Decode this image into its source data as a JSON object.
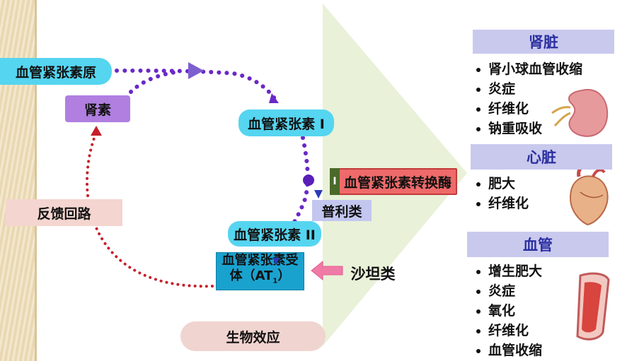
{
  "diagram": {
    "nodes": {
      "angiotensinogen": "血管紧张素原",
      "renin": "肾素",
      "angiotensin_1": "血管紧张素 I",
      "ace": "血管紧张素转换酶",
      "ace_marker": "I",
      "ace_inhibitor": "普利类",
      "angiotensin_2": "血管紧张素 II",
      "at1_receptor_line1": "血管紧张素受",
      "at1_receptor_line2_prefix": "体（AT",
      "at1_receptor_sub": "1",
      "at1_receptor_line2_suffix": "）",
      "sartan": "沙坦类",
      "feedback_loop": "反馈回路",
      "biological_effect": "生物效应"
    },
    "colors": {
      "cyan": "#55d5f0",
      "purple_dots": "#6a28c8",
      "red_dots": "#c61f2a",
      "renin_box": "#b07fe0",
      "ace_box": "#ef6a6a",
      "feedback_box": "#f4d5cf",
      "effect_box": "#f0d4d0",
      "triangle": "#e9f1d8",
      "title_box": "#c9c9ee"
    }
  },
  "organs": [
    {
      "title": "肾脏",
      "icon": "kidney-icon",
      "items": [
        "肾小球血管收缩",
        "炎症",
        "纤维化",
        "钠重吸收"
      ]
    },
    {
      "title": "心脏",
      "icon": "heart-icon",
      "items": [
        "肥大",
        "纤维化"
      ]
    },
    {
      "title": "血管",
      "icon": "blood-vessel-icon",
      "items": [
        "增生肥大",
        "炎症",
        "氧化",
        "纤维化",
        "血管收缩"
      ]
    }
  ]
}
